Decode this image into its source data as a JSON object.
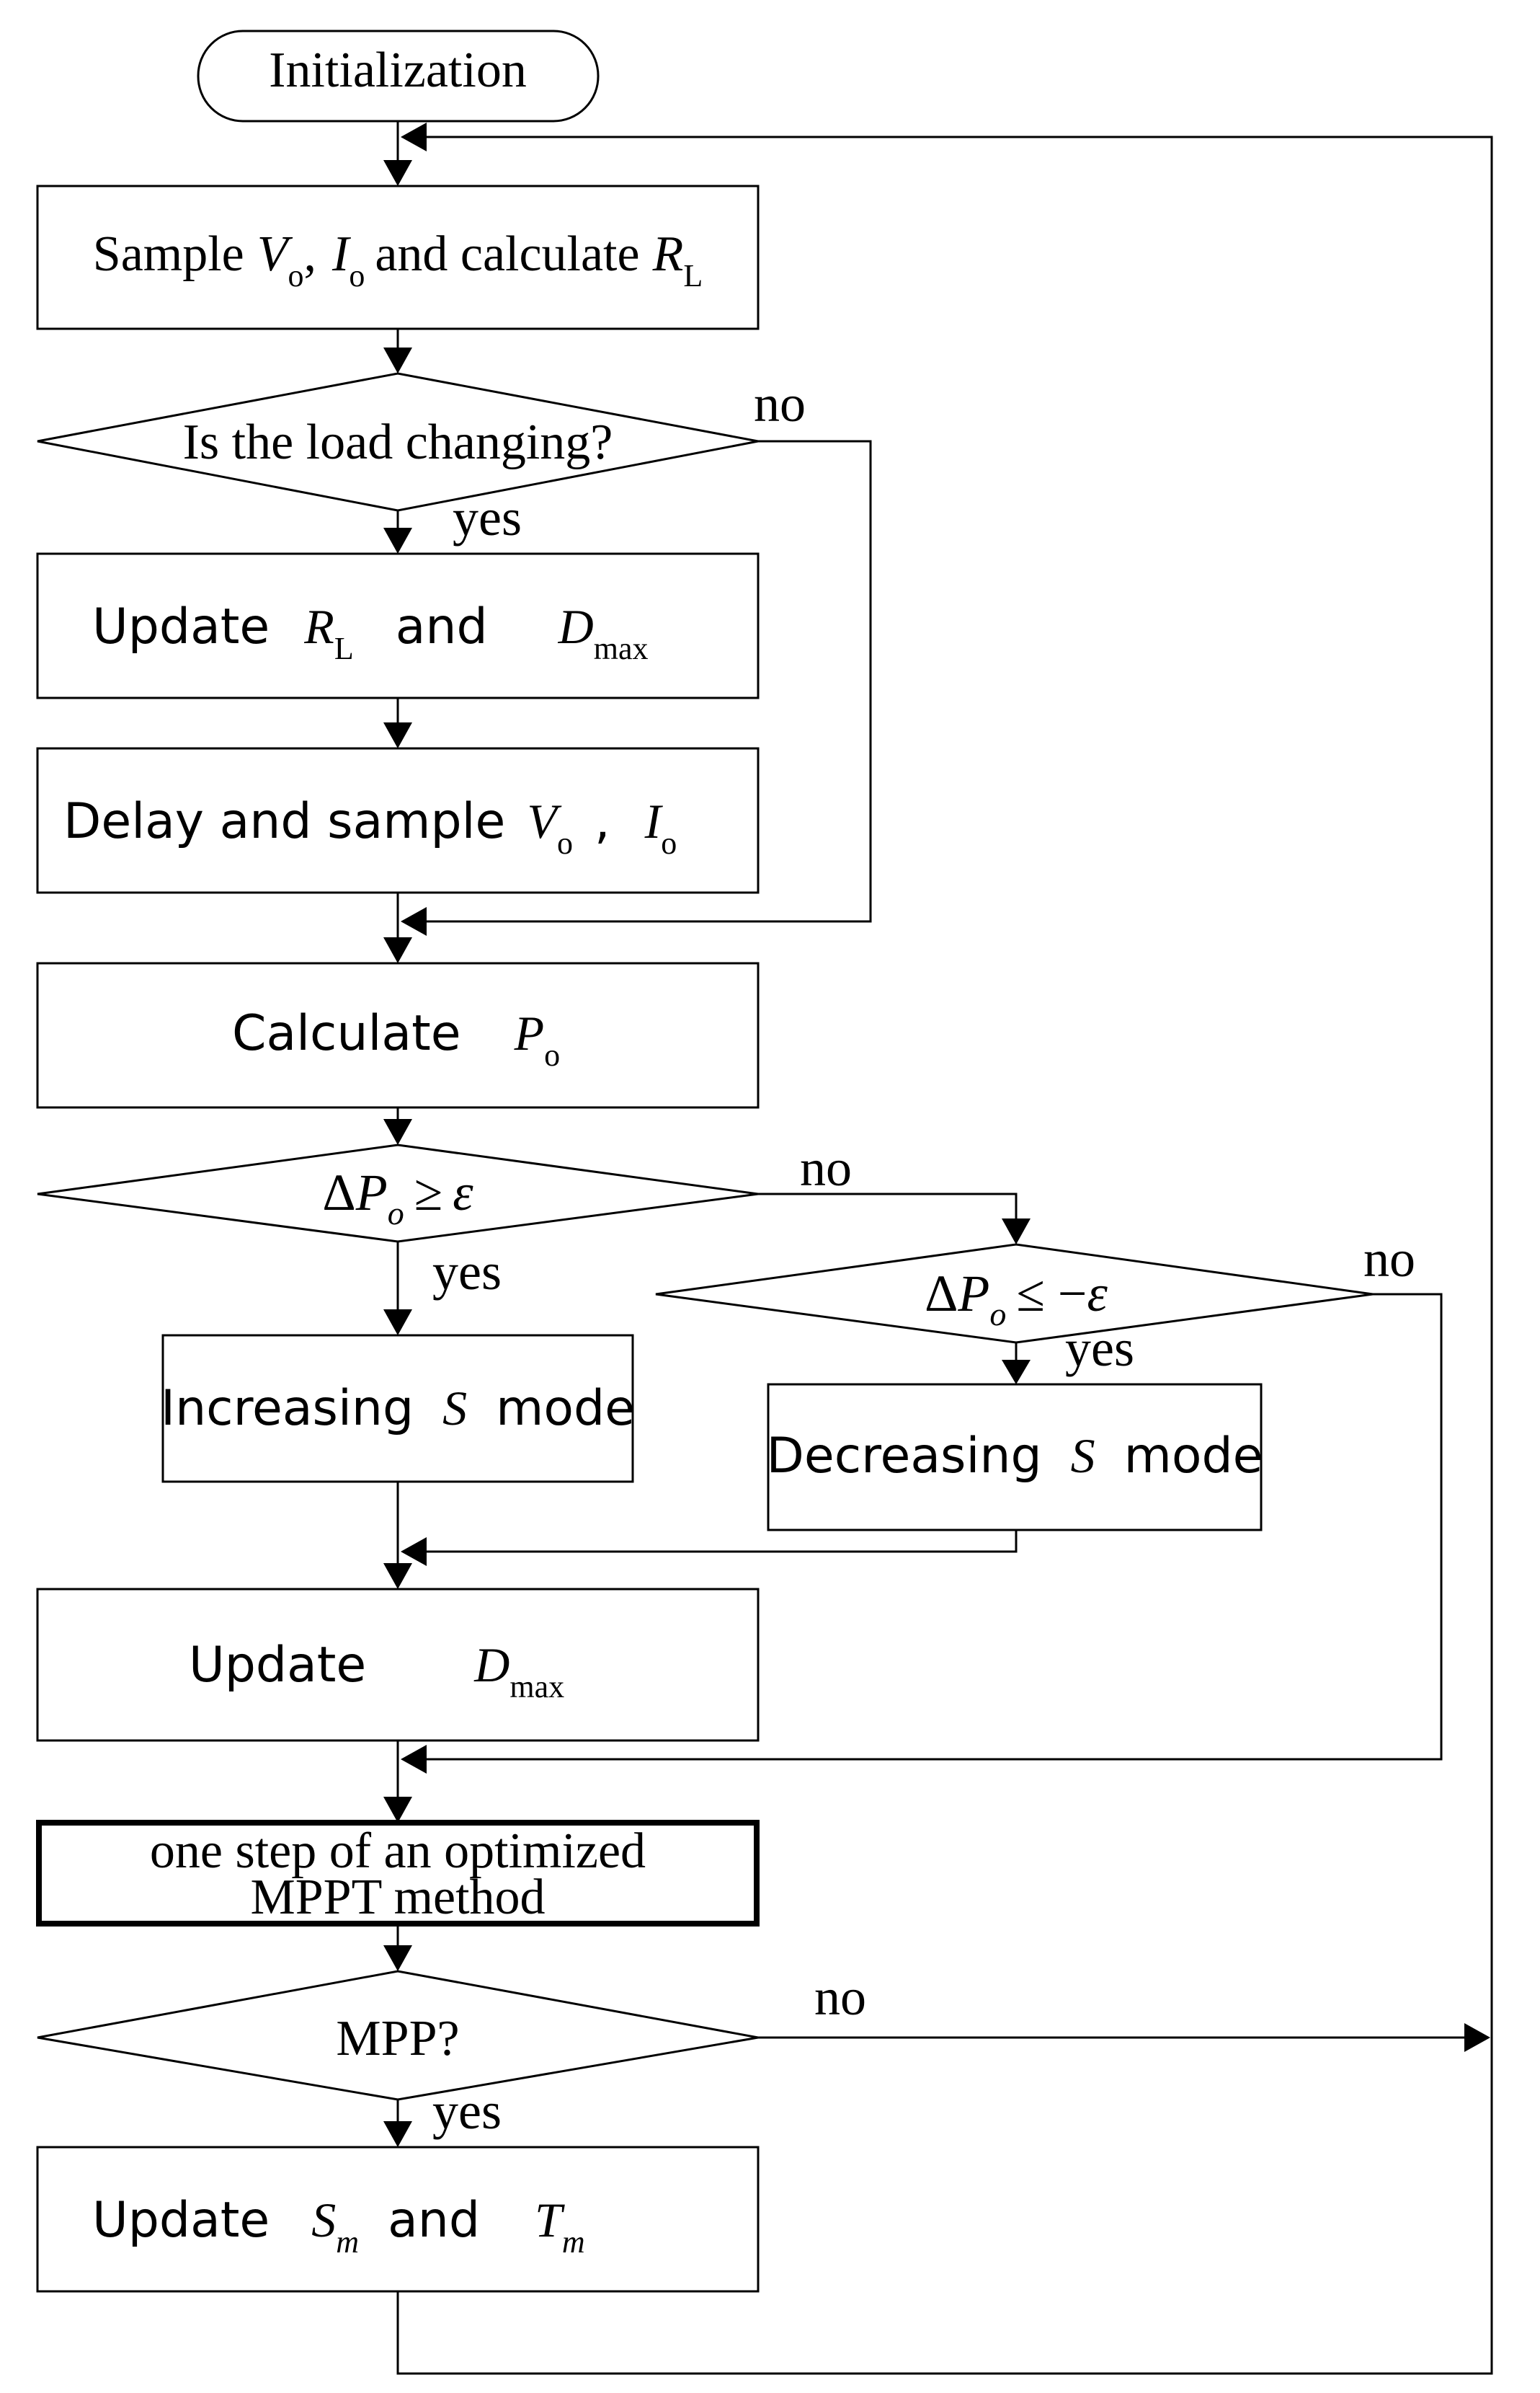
{
  "diagram": {
    "start": "Initialization",
    "sample": {
      "prefix": "Sample",
      "v": "V",
      "v_sub": "o",
      "comma": ",",
      "i": "I",
      "i_sub": "o",
      "mid": "and calculate",
      "r": "R",
      "r_sub": "L"
    },
    "load_check": "Is the load changing?",
    "update_rd": {
      "prefix": "Update",
      "r": "R",
      "r_sub": "L",
      "and": "and",
      "d": "D",
      "d_sub": "max"
    },
    "delay": {
      "prefix": "Delay and  sample",
      "v": "V",
      "v_sub": "o",
      "comma": ",",
      "i": "I",
      "i_sub": "o"
    },
    "calc": {
      "prefix": "Calculate",
      "p": "P",
      "p_sub": "o"
    },
    "cond1": {
      "delta": "Δ",
      "p": "P",
      "p_sub": "o",
      "rel": "≥",
      "eps": "ε"
    },
    "cond2": {
      "delta": "Δ",
      "p": "P",
      "p_sub": "o",
      "rel": "≤ −",
      "eps": "ε"
    },
    "inc": {
      "prefix": "Increasing",
      "s": "S",
      "suffix": "mode"
    },
    "dec": {
      "prefix": "Decreasing",
      "s": "S",
      "suffix": "mode"
    },
    "update_d": {
      "prefix": "Update",
      "d": "D",
      "d_sub": "max"
    },
    "mppt": {
      "line1": "one step of an optimized",
      "line2": "MPPT method"
    },
    "mpp_check": "MPP?",
    "update_st": {
      "prefix": "Update",
      "s": "S",
      "s_sub": "m",
      "and": "and",
      "t": "T",
      "t_sub": "m"
    },
    "labels": {
      "yes": "yes",
      "no": "no"
    }
  }
}
